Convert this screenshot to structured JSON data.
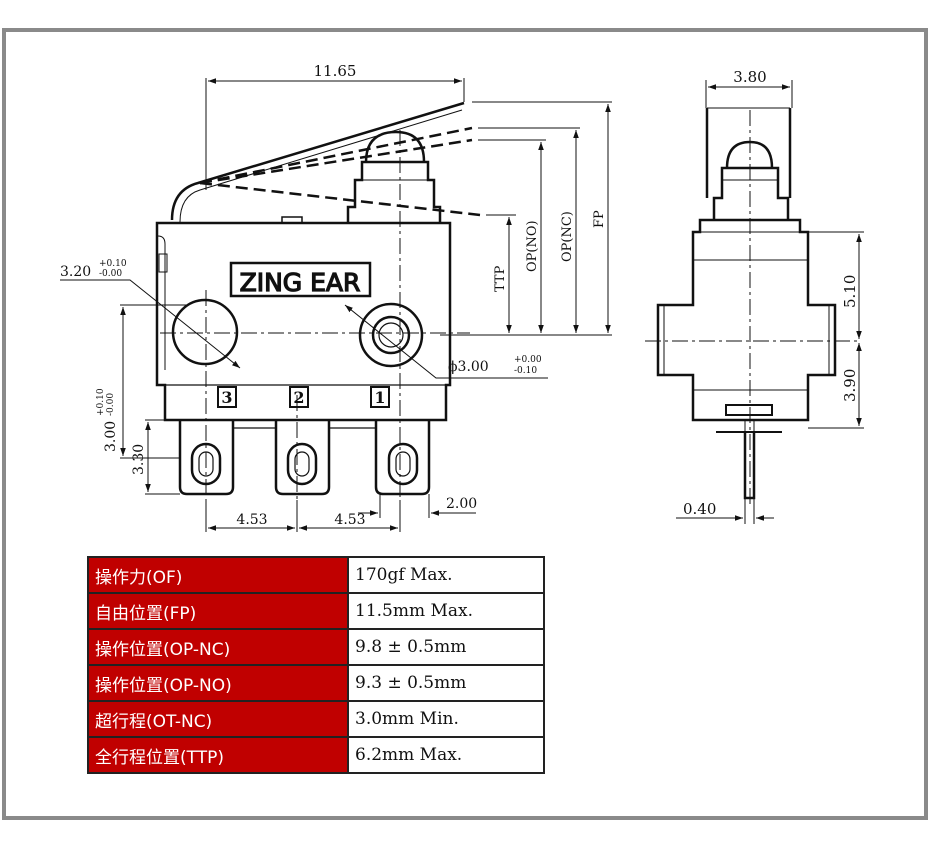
{
  "colors": {
    "frame": "#8a8a8a",
    "table_key_bg": "#c00000",
    "line": "#111111"
  },
  "front_view": {
    "brand_label": "ZING EAR",
    "dims": {
      "overall_length": "11.65",
      "hole_dia": "3.20",
      "hole_dia_tol_upper": "+0.10",
      "hole_dia_tol_lower": "-0.00",
      "hole_height": "3.00",
      "hole_height_tol_upper": "+0.10",
      "hole_height_tol_lower": "-0.00",
      "terminal_height": "3.30",
      "pitch_left": "4.53",
      "pitch_right": "4.53",
      "terminal_width": "2.00",
      "pivot_dia": "ϕ3.00",
      "pivot_dia_tol_upper": "+0.00",
      "pivot_dia_tol_lower": "-0.10"
    },
    "height_labels": {
      "ttp": "TTP",
      "op_no": "OP(NO)",
      "op_nc": "OP(NC)",
      "fp": "FP"
    },
    "terminal_numbers": [
      "3",
      "2",
      "1"
    ]
  },
  "side_view": {
    "dims": {
      "width": "3.80",
      "upper": "5.10",
      "lower": "3.90",
      "thickness": "0.40"
    }
  },
  "spec_table": [
    {
      "key": "操作力(OF)",
      "value": "170gf Max."
    },
    {
      "key": "自由位置(FP)",
      "value": "11.5mm Max."
    },
    {
      "key": "操作位置(OP-NC)",
      "value": "9.8 ± 0.5mm"
    },
    {
      "key": "操作位置(OP-NO)",
      "value": "9.3 ± 0.5mm"
    },
    {
      "key": "超行程(OT-NC)",
      "value": "3.0mm Min."
    },
    {
      "key": "全行程位置(TTP)",
      "value": "6.2mm Max."
    }
  ]
}
